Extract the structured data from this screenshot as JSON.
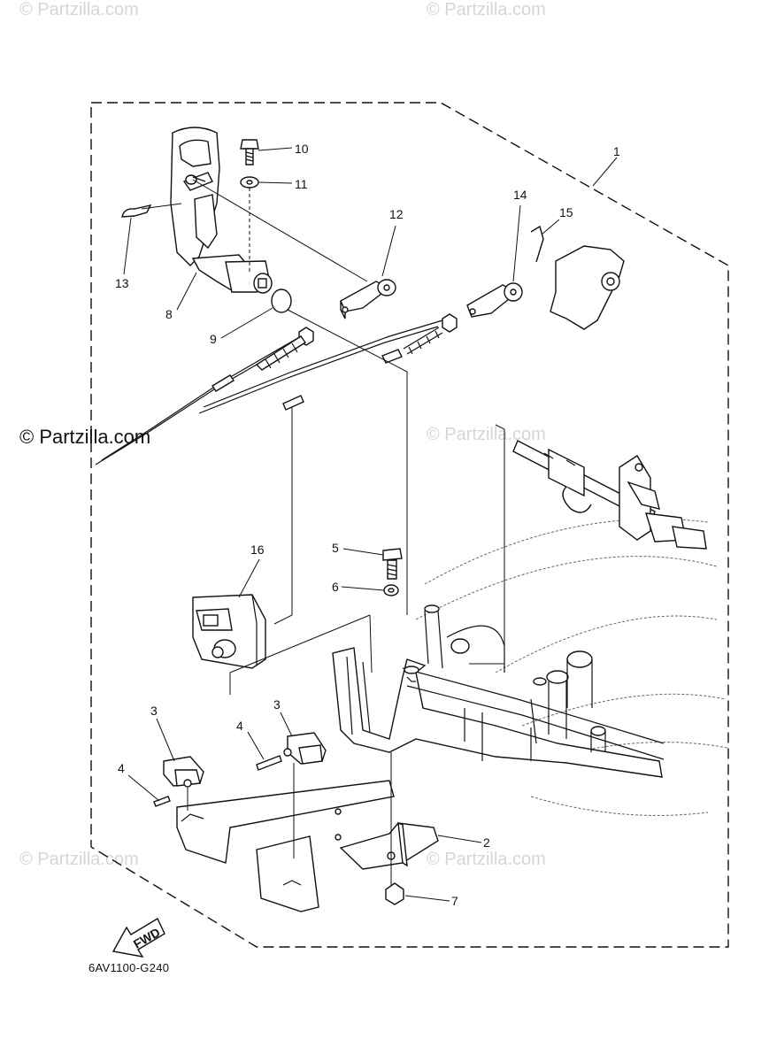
{
  "watermarks": {
    "top_left": "© Partzilla.com",
    "top_right": "© Partzilla.com",
    "mid_left": "© Partzilla.com",
    "mid_right": "© Partzilla.com",
    "bottom_left": "© Partzilla.com",
    "bottom_right": "© Partzilla.com"
  },
  "diagram_code": "6AV1100-G240",
  "fwd_label": "FWD",
  "callouts": [
    "1",
    "2",
    "3",
    "3",
    "4",
    "4",
    "5",
    "6",
    "7",
    "8",
    "9",
    "10",
    "11",
    "12",
    "13",
    "14",
    "15",
    "16"
  ]
}
